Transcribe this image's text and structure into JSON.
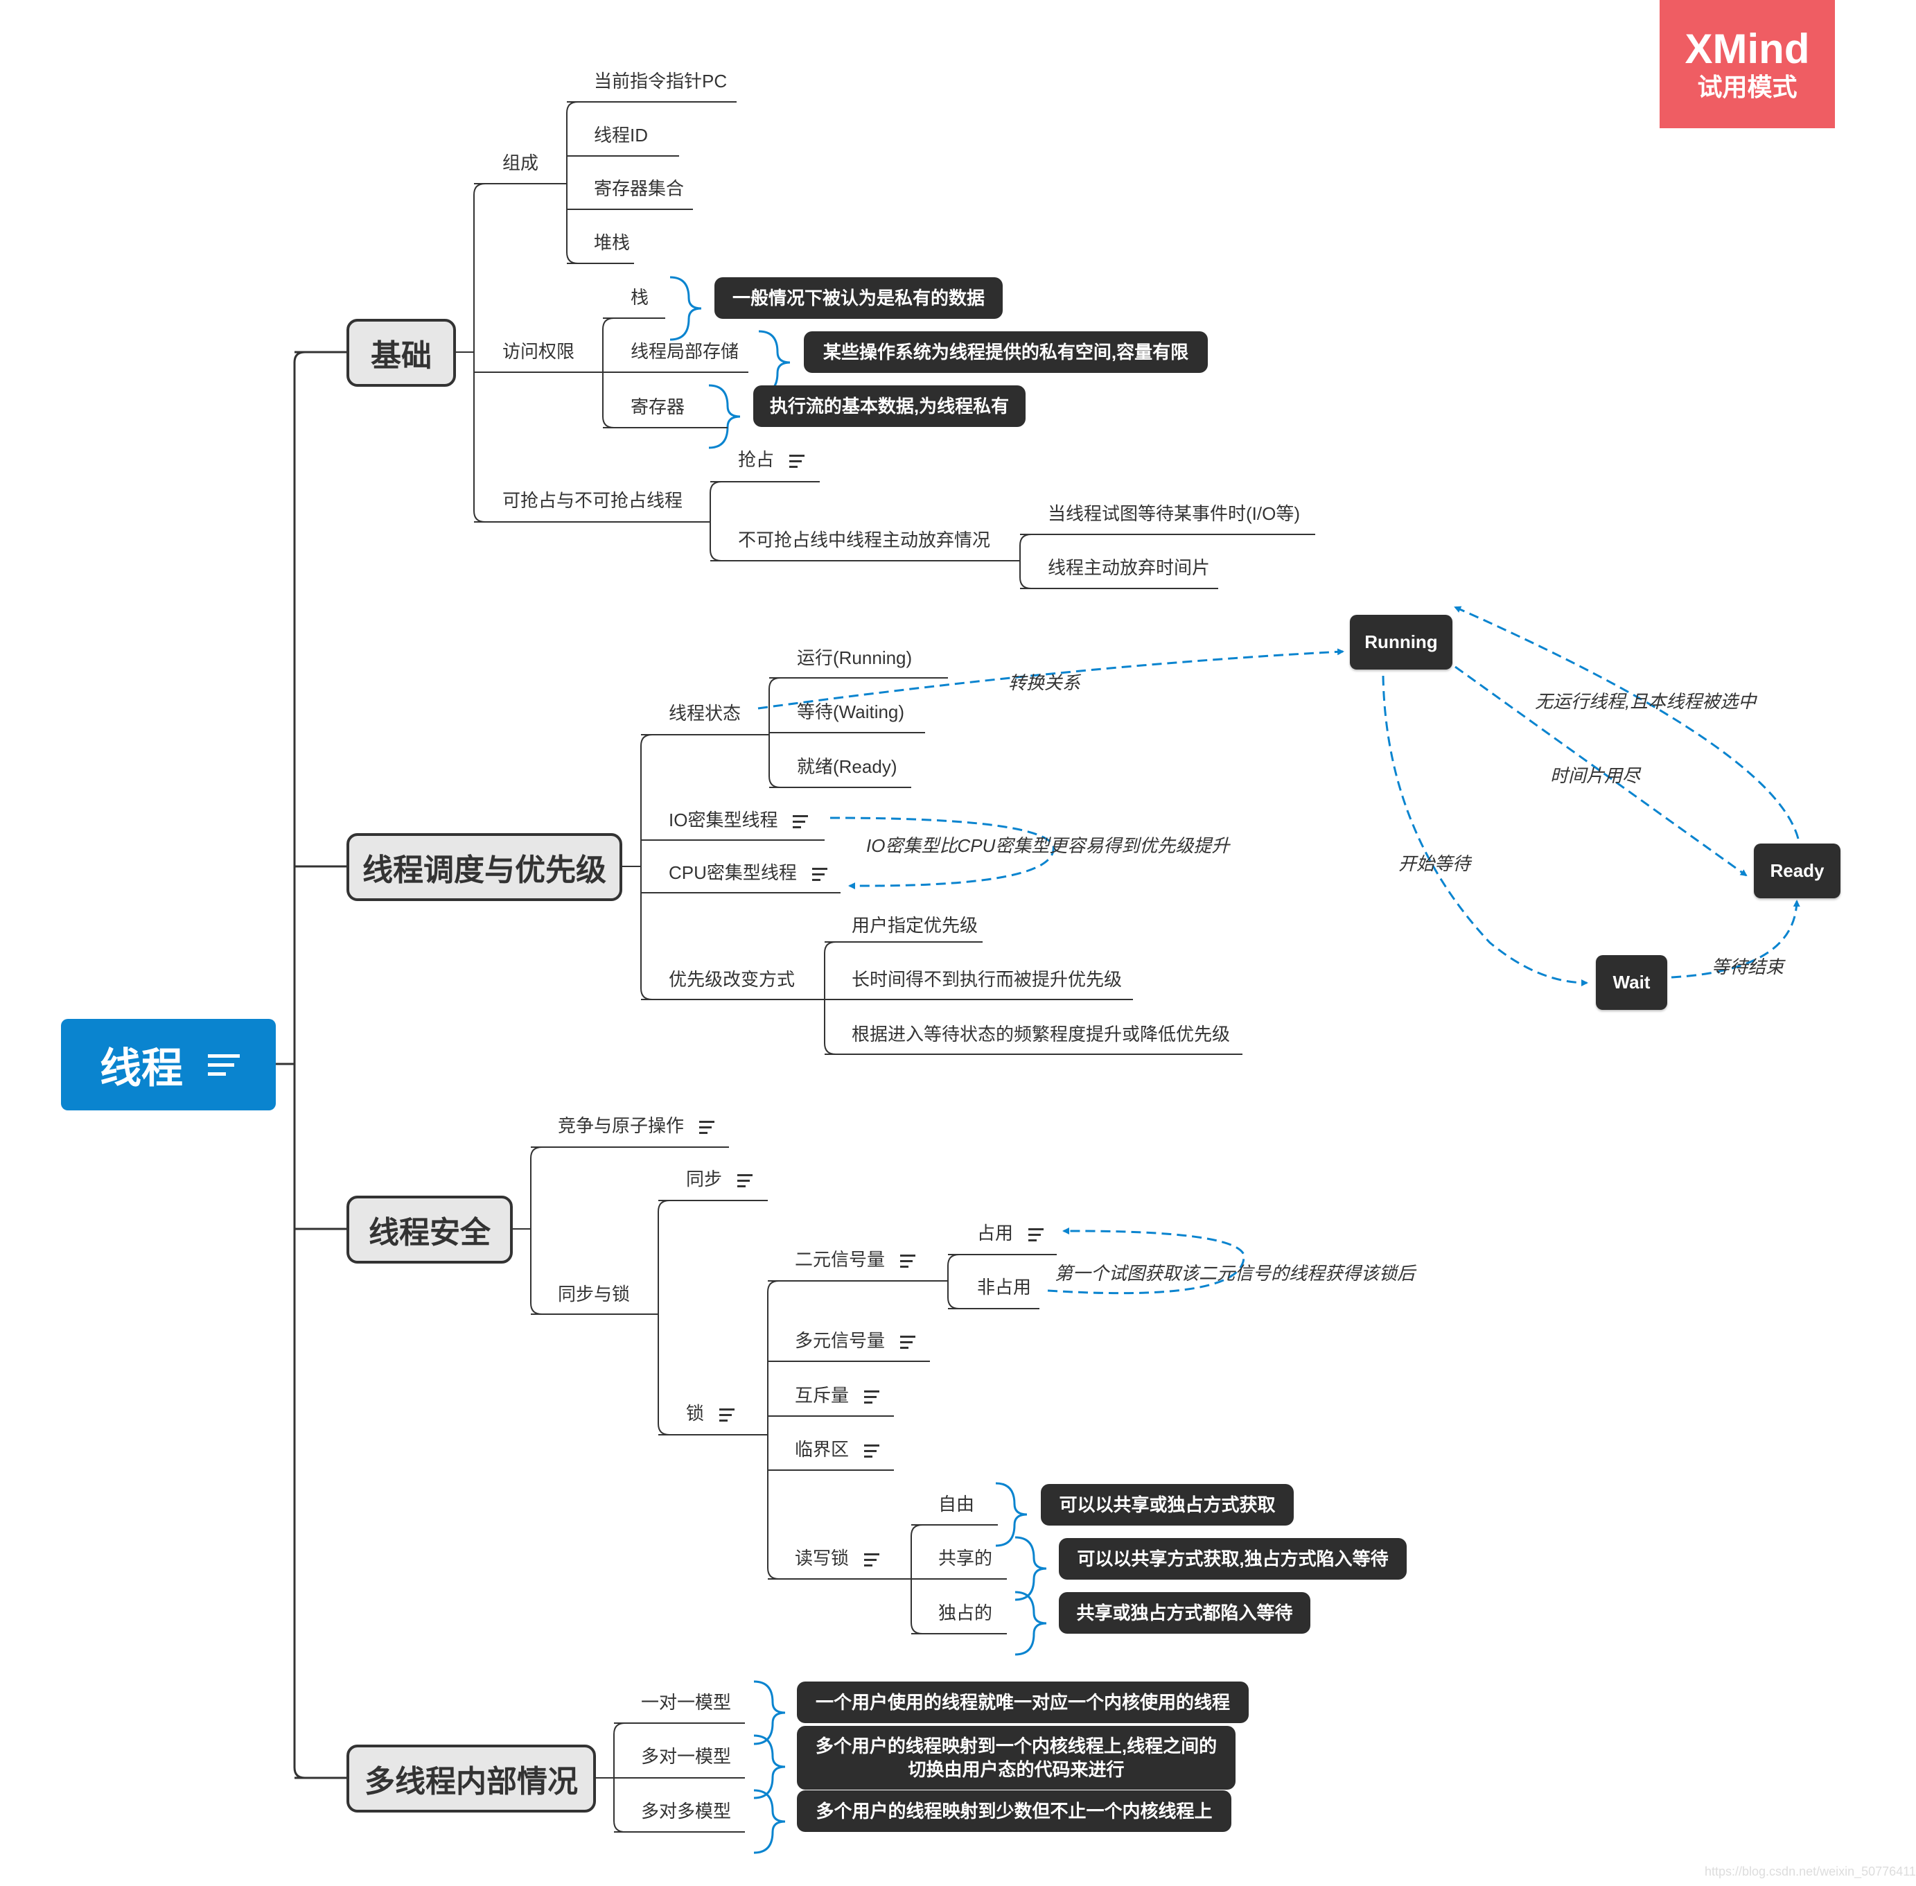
{
  "watermark": {
    "brand": "XMind",
    "mode": "试用模式"
  },
  "root": {
    "label": "线程"
  },
  "branches": {
    "basics": {
      "label": "基础",
      "composition": {
        "label": "组成",
        "items": [
          "当前指令指针PC",
          "线程ID",
          "寄存器集合",
          "堆栈"
        ]
      },
      "access": {
        "label": "访问权限",
        "stack": {
          "label": "栈",
          "note": "一般情况下被认为是私有的数据"
        },
        "tls": {
          "label": "线程局部存储",
          "note": "某些操作系统为线程提供的私有空间,容量有限"
        },
        "register": {
          "label": "寄存器",
          "note": "执行流的基本数据,为线程私有"
        }
      },
      "preempt": {
        "label": "可抢占与不可抢占线程",
        "preemptive": "抢占",
        "nonpreemptive": {
          "label": "不可抢占线中线程主动放弃情况",
          "items": [
            "当线程试图等待某事件时(I/O等)",
            "线程主动放弃时间片"
          ]
        }
      }
    },
    "scheduling": {
      "label": "线程调度与优先级",
      "states": {
        "label": "线程状态",
        "items": [
          "运行(Running)",
          "等待(Waiting)",
          "就绪(Ready)"
        ]
      },
      "io_bound": "IO密集型线程",
      "cpu_bound": "CPU密集型线程",
      "priority": {
        "label": "优先级改变方式",
        "items": [
          "用户指定优先级",
          "长时间得不到执行而被提升优先级",
          "根据进入等待状态的频繁程度提升或降低优先级"
        ]
      }
    },
    "safety": {
      "label": "线程安全",
      "competition": "竞争与原子操作",
      "sync_lock": {
        "label": "同步与锁",
        "sync": "同步",
        "lock": {
          "label": "锁",
          "binary_sem": {
            "label": "二元信号量",
            "occupied": "占用",
            "free": "非占用"
          },
          "multi_sem": "多元信号量",
          "mutex": "互斥量",
          "critical": "临界区",
          "rwlock": {
            "label": "读写锁",
            "free": {
              "label": "自由",
              "note": "可以以共享或独占方式获取"
            },
            "shared": {
              "label": "共享的",
              "note": "可以以共享方式获取,独占方式陷入等待"
            },
            "exclusive": {
              "label": "独占的",
              "note": "共享或独占方式都陷入等待"
            }
          }
        }
      }
    },
    "models": {
      "label": "多线程内部情况",
      "one_to_one": {
        "label": "一对一模型",
        "note": "一个用户使用的线程就唯一对应一个内核使用的线程"
      },
      "many_to_one": {
        "label": "多对一模型",
        "note_line1": "多个用户的线程映射到一个内核线程上,线程之间的",
        "note_line2": "切换由用户态的代码来进行"
      },
      "many_to_many": {
        "label": "多对多模型",
        "note": "多个用户的线程映射到少数但不止一个内核线程上"
      }
    }
  },
  "relationships": {
    "transform": "转换关系",
    "io_cpu": "IO密集型比CPU密集型更容易得到优先级提升",
    "semaphore": "第一个试图获取该二元信号的线程获得该锁后"
  },
  "state_diagram": {
    "running": "Running",
    "ready": "Ready",
    "wait": "Wait",
    "no_running": "无运行线程,且本线程被选中",
    "timeslice": "时间片用尽",
    "start_wait": "开始等待",
    "wait_end": "等待结束"
  },
  "colors": {
    "root": "#0a84cf",
    "link": "#0a84cf",
    "dark_box": "#2e2e2e",
    "logo": "#ef5d63"
  },
  "footer": "https://blog.csdn.net/weixin_50776411"
}
